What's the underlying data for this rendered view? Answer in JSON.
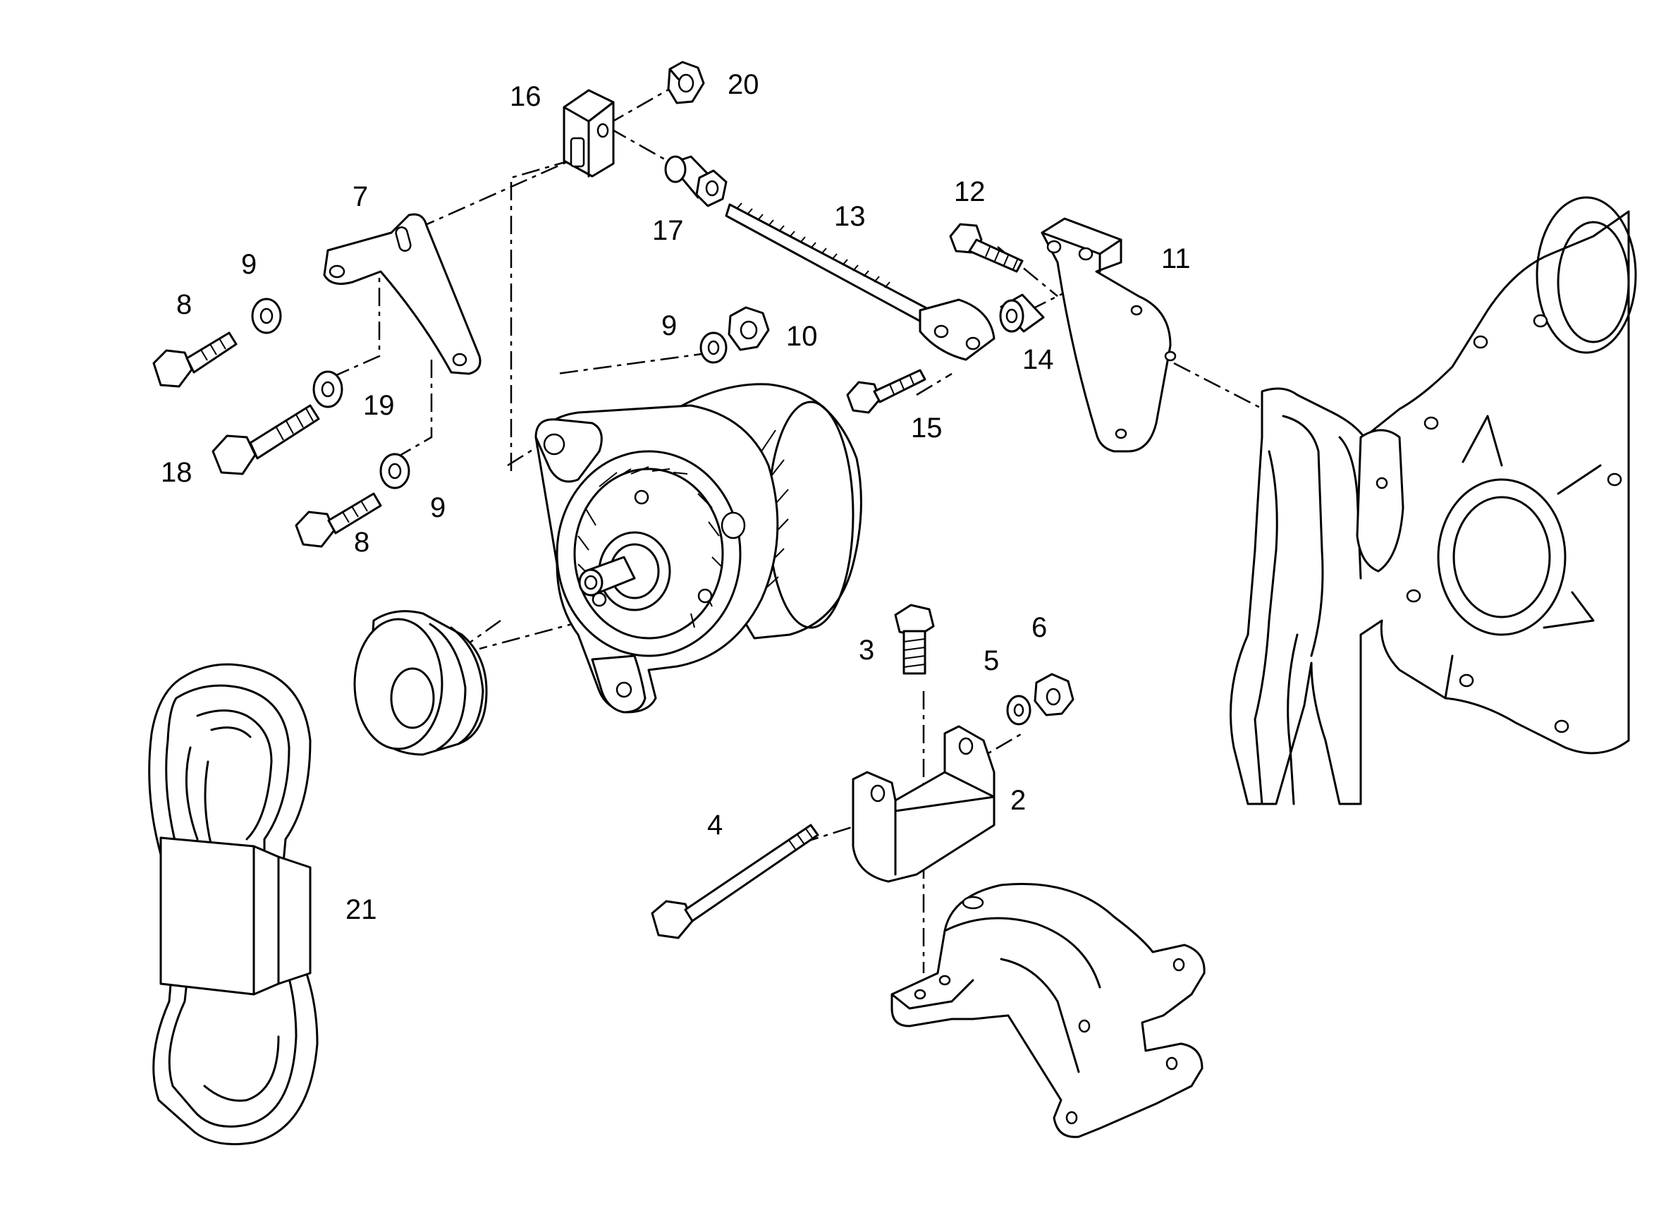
{
  "figure": {
    "type": "exploded-parts-diagram",
    "line_color": "#000000",
    "background": "#ffffff"
  },
  "callouts": {
    "c2": "2",
    "c3": "3",
    "c4": "4",
    "c5": "5",
    "c6": "6",
    "c7": "7",
    "c8a": "8",
    "c8b": "8",
    "c9a": "9",
    "c9b": "9",
    "c9c": "9",
    "c10": "10",
    "c11": "11",
    "c12": "12",
    "c13": "13",
    "c14": "14",
    "c15": "15",
    "c16": "16",
    "c17": "17",
    "c18": "18",
    "c19": "19",
    "c20": "20",
    "c21": "21"
  }
}
